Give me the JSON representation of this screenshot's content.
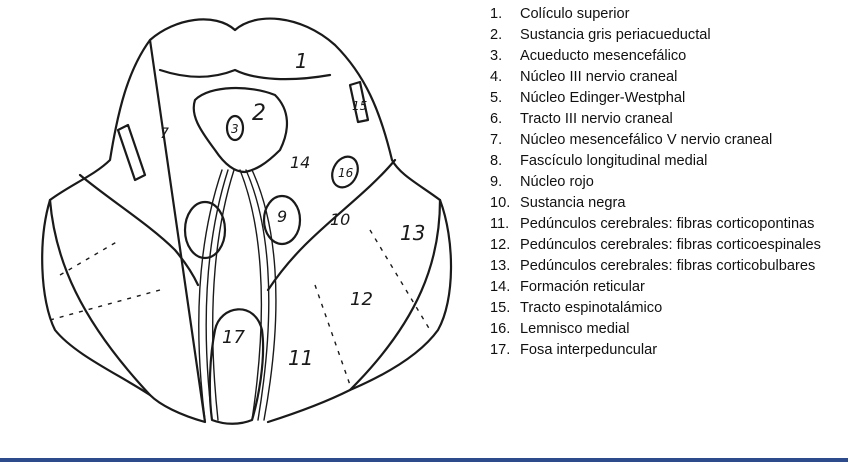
{
  "diagram": {
    "region_labels": [
      "1",
      "2",
      "3",
      "7",
      "9",
      "10",
      "11",
      "12",
      "13",
      "14",
      "15",
      "16",
      "17"
    ]
  },
  "legend": {
    "items": [
      {
        "num": "1.",
        "text": "Colículo superior"
      },
      {
        "num": "2.",
        "text": "Sustancia gris periacueductal"
      },
      {
        "num": "3.",
        "text": "Acueducto mesencefálico"
      },
      {
        "num": "4.",
        "text": "Núcleo III nervio craneal"
      },
      {
        "num": "5.",
        "text": "Núcleo Edinger-Westphal"
      },
      {
        "num": "6.",
        "text": "Tracto III nervio craneal"
      },
      {
        "num": "7.",
        "text": "Núcleo mesencefálico V nervio craneal"
      },
      {
        "num": "8.",
        "text": "Fascículo longitudinal medial"
      },
      {
        "num": "9.",
        "text": "Núcleo rojo"
      },
      {
        "num": "10.",
        "text": "Sustancia negra"
      },
      {
        "num": "11.",
        "text": "Pedúnculos cerebrales: fibras corticopontinas"
      },
      {
        "num": "12.",
        "text": "Pedúnculos cerebrales: fibras corticoespinales"
      },
      {
        "num": "13.",
        "text": "Pedúnculos cerebrales: fibras corticobulbares"
      },
      {
        "num": "14.",
        "text": "Formación reticular"
      },
      {
        "num": "15.",
        "text": "Tracto espinotalámico"
      },
      {
        "num": "16.",
        "text": "Lemnisco medial"
      },
      {
        "num": "17.",
        "text": "Fosa interpeduncular"
      }
    ]
  },
  "colors": {
    "ink": "#1a1a1a",
    "bottom_bar": "#2d4a8a"
  }
}
